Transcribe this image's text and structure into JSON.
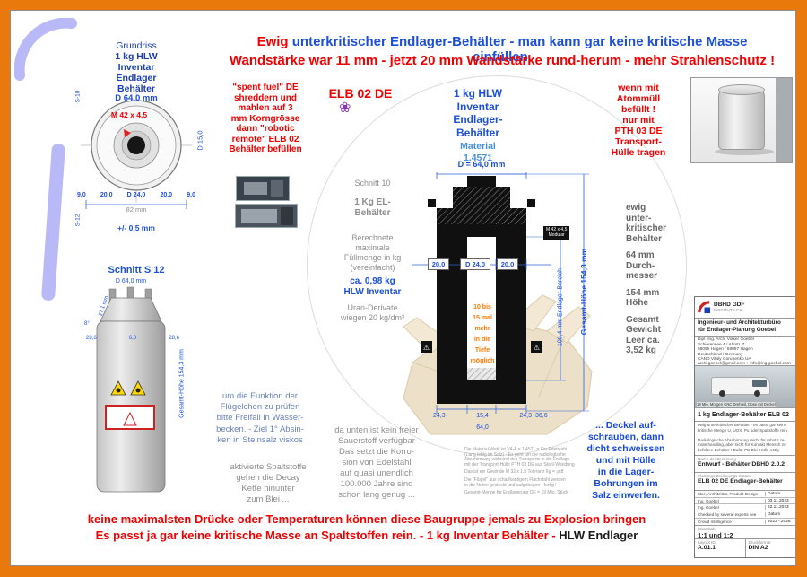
{
  "title": {
    "red1": "Ewig",
    "blue1": "unterkritischer Endlager-Behälter - man kann gar keine kritische Masse einfüllen.",
    "line2": "Wandstärke war 11 mm - jetzt 20 mm Wandstärke rund-herum - mehr Strahlenschutz !"
  },
  "plan": {
    "heading": [
      "Grundriss",
      "1 kg HLW",
      "Inventar",
      "Endlager",
      "Behälter"
    ],
    "dim_top": "D 64,0 mm",
    "thread": "M 42 x 4,5",
    "dim_right": "D 15,0",
    "dims_bottom": [
      "9,0",
      "20,0",
      "D 24,0",
      "20,0",
      "9,0"
    ],
    "width": "82 mm",
    "tol": "+/- 0,5 mm",
    "marker_top": "S-10",
    "marker_bottom": "S-12"
  },
  "section": {
    "label": "Schnitt S 12",
    "dim_top": "D 64,0 mm",
    "fin": "27,1 mm",
    "angle": "8°",
    "dims": [
      "28,6",
      "6,0",
      "28,6"
    ],
    "height": "Gesamt-Höhe 154,3 mm"
  },
  "spent": [
    "\"spent fuel\" DE",
    "shreddern und",
    "mahlen auf 3",
    "mm Korngrösse",
    "dann \"robotic",
    "remote\" ELB 02",
    "Behälter befüllen"
  ],
  "elb": {
    "title": "ELB 02 DE",
    "flower": "❀"
  },
  "center_head": [
    "1 kg HLW",
    "Inventar",
    "Endlager-",
    "Behälter"
  ],
  "material": {
    "label": "Material",
    "value": "1.4571"
  },
  "leftcol": {
    "schnitt": "Schnitt 10",
    "el": [
      "1 Kg EL-",
      "Behälter"
    ],
    "fuell": [
      "Berechnete",
      "maximale",
      "Füllmenge in kg",
      "(vereinfacht)"
    ],
    "inv": [
      "ca. 0,98 kg",
      "HLW Inventar"
    ],
    "uran": [
      "Uran-Derivate",
      "wiegen 20 kg/dm³"
    ]
  },
  "drawing": {
    "dim_top": "D = 64,0 mm",
    "modular": [
      "M 42 x 4,5",
      "Modular"
    ],
    "d_left": "20,0",
    "d_mid": "D 24,0",
    "d_right": "20,0",
    "h_total": "Gesamt-Höhe 154,3 mm",
    "h_inner": "109,4 mm  Endlager-Bereich",
    "cavity": [
      "10 bis",
      "15 mal",
      "mehr",
      "in die",
      "Tiefe",
      "möglich"
    ],
    "bottom": [
      "24,3",
      "15,4",
      "24,3"
    ],
    "bottom_right": "36,6",
    "bottom_width": "64,0"
  },
  "warn": [
    "wenn mit",
    "Atommüll",
    "befüllt !",
    "nur mit",
    "PTH 03 DE",
    "Transport-",
    "Hülle tragen"
  ],
  "rightinfo": [
    "ewig",
    "unter-",
    "kritischer",
    "Behälter",
    "",
    "64 mm",
    "Durch-",
    "messer",
    "",
    "154 mm",
    "Höhe",
    "",
    "Gesamt",
    "Gewicht",
    "Leer ca.",
    "3,52 kg"
  ],
  "deckel": [
    "... Deckel auf-",
    "schrauben, dann",
    "dicht schweissen",
    "und mit Hülle",
    "in die Lager-",
    "Bohrungen im",
    "Salz einwerfen."
  ],
  "flug": [
    "um die Funktion der",
    "Flügelchen zu prüfen",
    "bitte Freifall in Wasser-",
    "becken. - Ziel 1° Absin-",
    "ken in Steinsalz viskos"
  ],
  "oxy": [
    "da unten ist kein freier",
    "Sauerstoff verfügbar",
    "Das setzt die Korro-",
    "sion von Edelstahl",
    "auf quasi unendlich",
    "100.000 Jahre sind",
    "schon lang genug ..."
  ],
  "decay": [
    "aktivierte Spaltstoffe",
    "gehen die Decay",
    "Kette hinunter",
    "zum Blei ..."
  ],
  "fine": [
    "Die Material-Wahl ist V4-A = 1.4571 = Ein Edelstahl",
    "(Lang lebig im Salz) - Es geht um die radiologische",
    "Abschirmung während des Transports in die Endlage",
    "mit der Transport-Hülle PTH 03 DE aus Stahl-Wandung",
    "",
    "Das ist ein Gewinde M 32 x 1.5 Toleranz 6g = .pdf",
    "",
    "Die \"Flügel\" aus scharfkantigem Flachstahl werden",
    "in die Nuten gesteckt und aufgebogen - fertig !",
    "",
    "Gesamt-Menge für Endlagerung DE = 19 Mio. Stück"
  ],
  "bottom_red": {
    "l1": "keine maximalsten Drücke oder Temperaturen können diese Baugruppe jemals zu Explosion bringen",
    "l2": "Es passt ja gar keine kritische Masse an Spaltstoffen rein. - 1 kg Inventar Behälter - ",
    "l2b": "HLW Endlager"
  },
  "tb": {
    "logo1": "DBHD GDF",
    "logo2": "INSTITUTE P.C.",
    "firm": [
      "Ingenieur- und Architekturbüro",
      "für Endlager-Planung Goebel"
    ],
    "addr": [
      "Dipl.-Ing. Arch. Volker Goebel",
      "Schierensee 4 / Ahrstr. 7",
      "58095 Hagen / 58097 Hagen",
      "Deutschland / Germany",
      "CAND Vitaly Gorunenko UA",
      "archi.goebel@gmail.com + info@ing-goebel.com"
    ],
    "photo_caption": "19 Mio. Morgen CNC Drehteil, Dose mit Deckel",
    "part": "1 kg Endlager-Behälter ELB 02",
    "desc": [
      "ewig unterkritischer Behälter - es passt gar keine",
      "kritische Menge U, UOX, Pu oder Spaltstoffe rein",
      "",
      "Radiologische Abschirmung reicht für robotic re-",
      "mote handling, aber nicht für Kontakt Mensch zu",
      "befüllten Behälter ! Dafür PE-Blei-Hülle nötig"
    ],
    "name_label": "Name der Zeichnung",
    "name": "Entwurf - Behälter DBHD 2.0.2",
    "status_label": "Planungs-Zeichnungs Status",
    "status": "ELB 02 DE Endlager-Behälter",
    "rows": [
      [
        "Idee, Architektur, Produkt-Design",
        "Datum"
      ],
      [
        "Ing. Goebel",
        "03.11.2023"
      ],
      [
        "Ing. Goebel",
        "22.11.2023"
      ],
      [
        "Checked by several experts see",
        "Datum"
      ],
      [
        "Crowd Intelligence",
        "2023 - 2026"
      ]
    ],
    "scale_label": "Massstab",
    "scale": "1:1 und 1:2",
    "layout_label": "Layout ID",
    "layout": "A.01.1",
    "format_label": "Druckformat",
    "format": "DIN A2"
  }
}
